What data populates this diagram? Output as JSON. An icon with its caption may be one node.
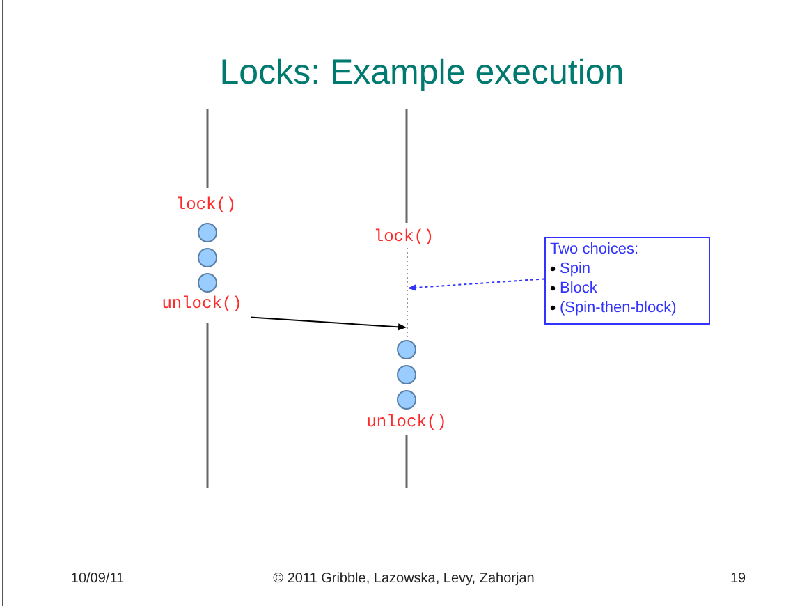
{
  "diagram": {
    "title": "Locks: Example execution",
    "nodes": [
      {
        "text": [],
        "shape": "circle"
      },
      {
        "text": [],
        "shape": "circle"
      },
      {
        "text": [],
        "shape": "circle"
      },
      {
        "text": [
          "unlock()"
        ]
      },
      {
        "text": [
          "Two choices:",
          "Spin",
          "Block",
          "(Spin-then-block)"
        ]
      },
      {
        "text": [],
        "shape": "line"
      },
      {
        "text": [],
        "shape": "circle"
      },
      {
        "text": [],
        "shape": "circle"
      },
      {
        "text": [],
        "shape": "circle"
      }
    ],
    "edges": [
      {
        "from": 3,
        "to": 5,
        "arrow": "to"
      },
      {
        "from": 4,
        "to": 5,
        "arrow": "to",
        "style": "dashed",
        "color": "#3333ff"
      }
    ],
    "labels": [
      "lock()",
      "lock()",
      "unlock()",
      "10/09/11",
      "© 2011 Gribble, Lazowska, Levy, Zahorjan",
      "19"
    ]
  }
}
